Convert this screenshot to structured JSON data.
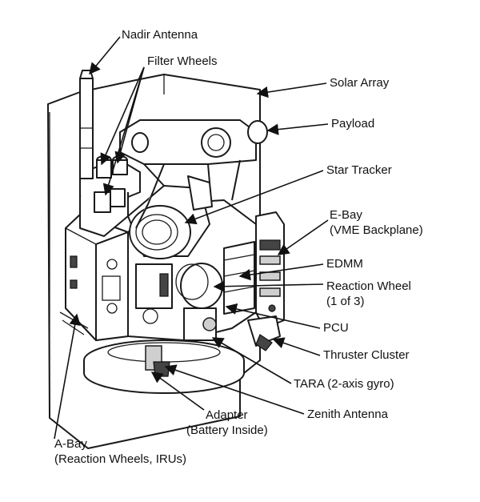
{
  "labels": {
    "nadir_antenna": "Nadir Antenna",
    "filter_wheels": "Filter Wheels",
    "solar_array": "Solar Array",
    "payload": "Payload",
    "star_tracker": "Star Tracker",
    "ebay_line1": "E-Bay",
    "ebay_line2": "(VME Backplane)",
    "edmm": "EDMM",
    "reaction_wheel_line1": "Reaction Wheel",
    "reaction_wheel_line2": "(1 of 3)",
    "pcu": "PCU",
    "thruster_cluster": "Thruster Cluster",
    "tara": "TARA (2-axis gyro)",
    "zenith_antenna": "Zenith Antenna",
    "adapter_line1": "Adapter",
    "adapter_line2": "(Battery Inside)",
    "abay_line1": "A-Bay",
    "abay_line2": "(Reaction Wheels, IRUs)"
  }
}
